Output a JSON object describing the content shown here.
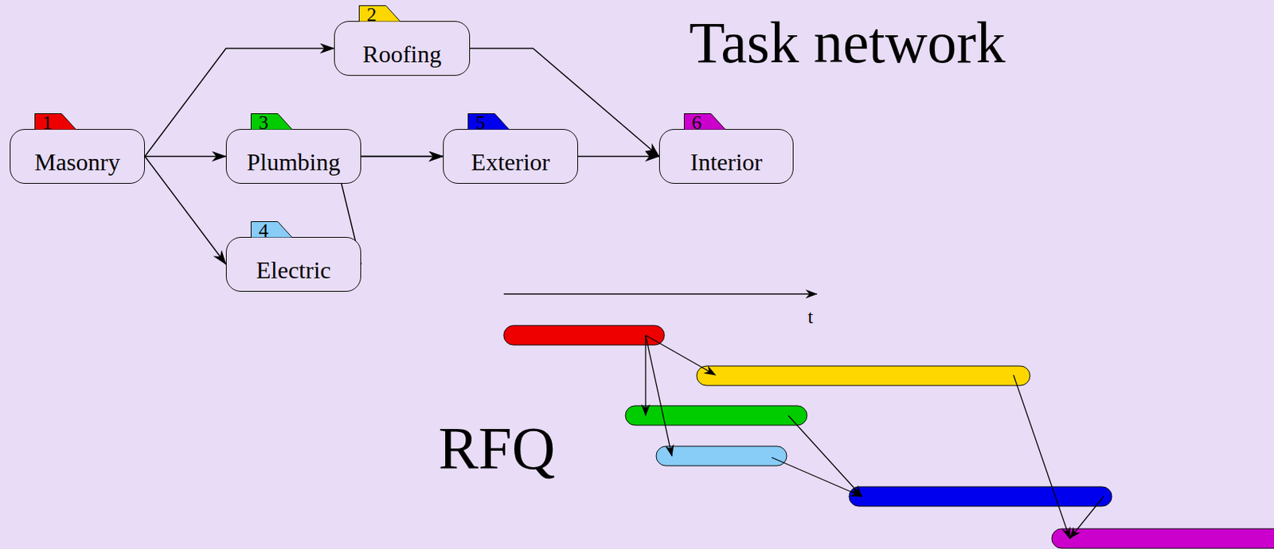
{
  "diagram": {
    "title": "Task network",
    "nodes": [
      {
        "text": [
          "1",
          "Masonry"
        ]
      },
      {
        "text": [
          "2",
          "Roofing"
        ]
      },
      {
        "text": [
          "3",
          "Plumbing"
        ]
      },
      {
        "text": [
          "4",
          "Electric"
        ]
      },
      {
        "text": [
          "5",
          "Exterior"
        ]
      },
      {
        "text": [
          "6",
          "Interior"
        ]
      }
    ],
    "edges": [
      {
        "from": 0,
        "to": 1,
        "arrow": "to"
      },
      {
        "from": 0,
        "to": 2,
        "arrow": "to"
      },
      {
        "from": 0,
        "to": 3,
        "arrow": "to"
      },
      {
        "from": 1,
        "to": 5,
        "arrow": "to"
      },
      {
        "from": 2,
        "to": 4,
        "arrow": "to"
      },
      {
        "from": 3,
        "to": 4,
        "arrow": "to"
      },
      {
        "from": 4,
        "to": 5,
        "arrow": "to"
      }
    ],
    "labels": [
      "t",
      "RFQ"
    ]
  }
}
